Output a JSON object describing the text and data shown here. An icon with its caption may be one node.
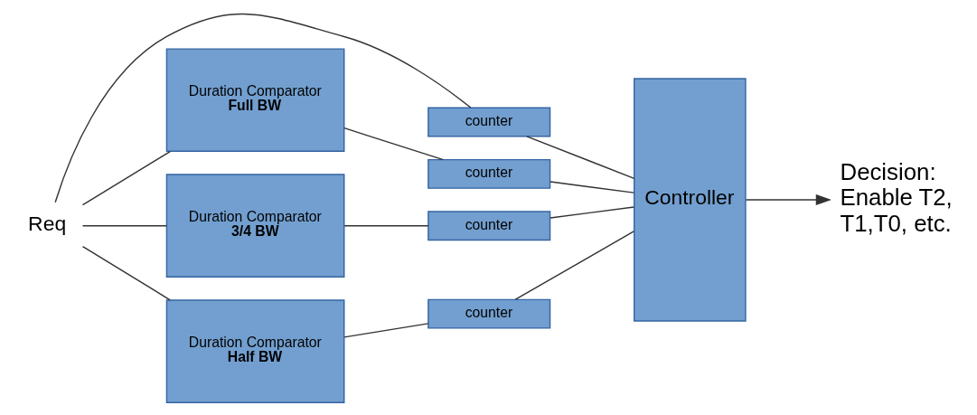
{
  "diagram": {
    "nodes": [
      {
        "text": [
          "Req"
        ]
      },
      {
        "text": [
          "Duration Comparator",
          "Full BW"
        ]
      },
      {
        "text": [
          "Duration Comparator",
          "3/4 BW"
        ]
      },
      {
        "text": [
          "Duration Comparator",
          "Half BW"
        ]
      },
      {
        "text": [
          "counter"
        ]
      },
      {
        "text": [
          "counter"
        ]
      },
      {
        "text": [
          "counter"
        ]
      },
      {
        "text": [
          "counter"
        ]
      },
      {
        "text": [
          "Controller"
        ]
      },
      {
        "text": [
          "Decision: Enable T2, T1,T0, etc."
        ]
      }
    ],
    "edges": [
      {
        "from": 0,
        "to": 4,
        "arrow": "none"
      },
      {
        "from": 0,
        "to": 1,
        "arrow": "none"
      },
      {
        "from": 0,
        "to": 2,
        "arrow": "none"
      },
      {
        "from": 0,
        "to": 3,
        "arrow": "none"
      },
      {
        "from": 1,
        "to": 5,
        "arrow": "none"
      },
      {
        "from": 2,
        "to": 6,
        "arrow": "none"
      },
      {
        "from": 3,
        "to": 7,
        "arrow": "none"
      },
      {
        "from": 4,
        "to": 8,
        "arrow": "none"
      },
      {
        "from": 5,
        "to": 8,
        "arrow": "none"
      },
      {
        "from": 6,
        "to": 8,
        "arrow": "none"
      },
      {
        "from": 7,
        "to": 8,
        "arrow": "none"
      },
      {
        "from": 8,
        "to": 9,
        "arrow": "to"
      }
    ]
  }
}
